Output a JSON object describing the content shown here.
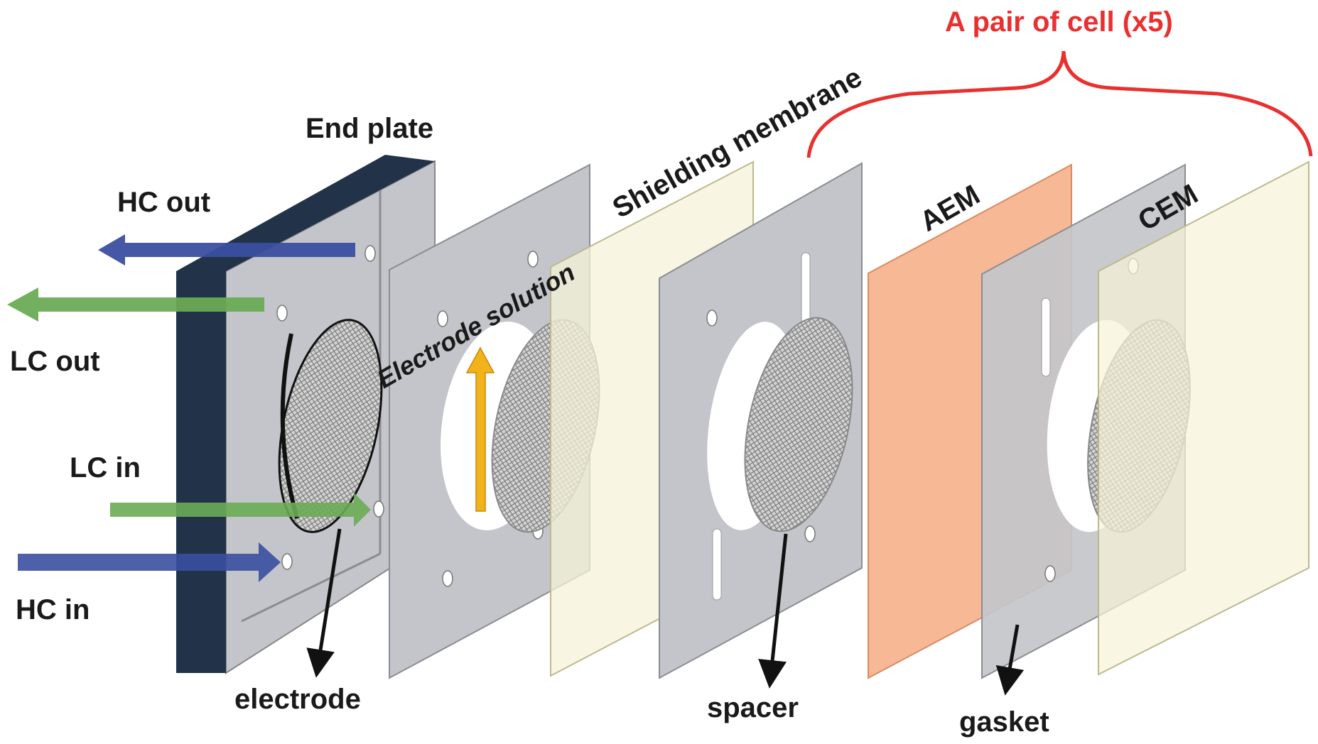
{
  "diagram": {
    "bracket_label": "A pair of cell (x5)",
    "labels": {
      "end_plate": "End plate",
      "shielding_membrane": "Shielding membrane",
      "electrode_solution": "Electrode solution",
      "aem": "AEM",
      "cem": "CEM",
      "hc_out": "HC out",
      "lc_out": "LC out",
      "lc_in": "LC in",
      "hc_in": "HC in",
      "electrode": "electrode",
      "spacer": "spacer",
      "gasket": "gasket"
    },
    "colors": {
      "end_plate_dark": "#223349",
      "plate_gray": "#c3c5ca",
      "membrane_cream": "#f6f3d8",
      "aem_orange": "#f7b896",
      "hc_arrow_blue": "#3a4fa0",
      "lc_arrow_green": "#6aab55",
      "flow_arrow_orange": "#f2b21a",
      "bracket_red": "#e8312f"
    }
  }
}
